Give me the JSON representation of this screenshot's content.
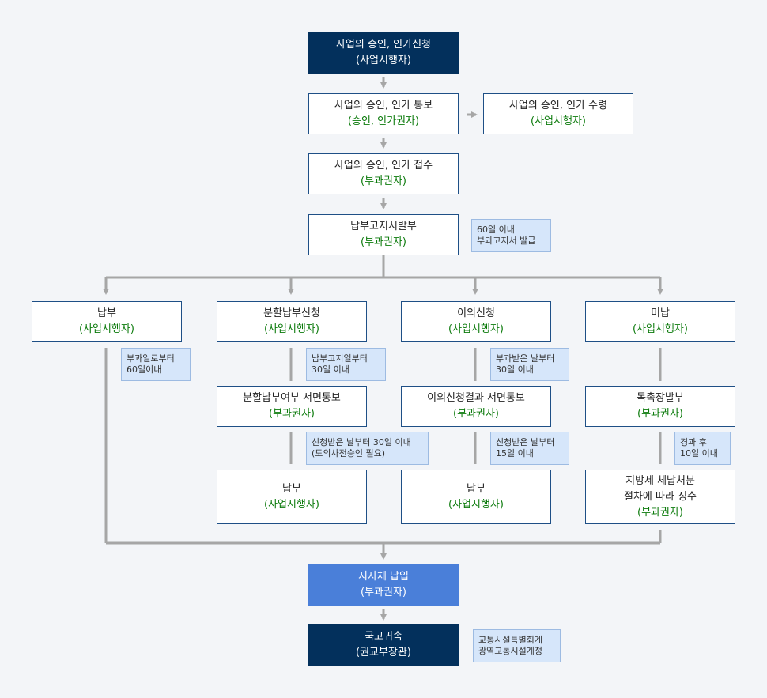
{
  "nodes": {
    "apply": {
      "title": "사업의 승인, 인가신청",
      "role": "(사업시행자)"
    },
    "notify": {
      "title": "사업의 승인, 인가 통보",
      "role": "(승인, 인가권자)"
    },
    "receive_ok": {
      "title": "사업의 승인, 인가 수령",
      "role": "(사업시행자)"
    },
    "accept": {
      "title": "사업의 승인, 인가 접수",
      "role": "(부과권자)"
    },
    "issue_notice": {
      "title": "납부고지서발부",
      "role": "(부과권자)"
    },
    "pay": {
      "title": "납부",
      "role": "(사업시행자)"
    },
    "install_req": {
      "title": "분할납부신청",
      "role": "(사업시행자)"
    },
    "objection": {
      "title": "이의신청",
      "role": "(사업시행자)"
    },
    "unpaid": {
      "title": "미납",
      "role": "(사업시행자)"
    },
    "install_result": {
      "title": "분할납부여부 서면통보",
      "role": "(부과권자)"
    },
    "objection_result": {
      "title": "이의신청결과 서면통보",
      "role": "(부과권자)"
    },
    "demand": {
      "title": "독촉장발부",
      "role": "(부과권자)"
    },
    "install_pay": {
      "title": "납부",
      "role": "(사업시행자)"
    },
    "objection_pay": {
      "title": "납부",
      "role": "(사업시행자)"
    },
    "collect": {
      "title1": "지방세 체납처분",
      "title2": "절차에 따라 징수",
      "role": "(부과권자)"
    },
    "local_gov": {
      "title": "지자체 납입",
      "role": "(부과권자)"
    },
    "national": {
      "title": "국고귀속",
      "role": "(권교부장관)"
    }
  },
  "notes": {
    "issue_deadline": {
      "line1": "60일 이내",
      "line2": "부과고지서 발급"
    },
    "pay_deadline": {
      "line1": "부과일로부터",
      "line2": "60일이내"
    },
    "install_deadline": {
      "line1": "납부고지일부터",
      "line2": "30일 이내"
    },
    "objection_deadline": {
      "line1": "부과받은 날부터",
      "line2": "30일 이내"
    },
    "install_result_deadline": {
      "line1": "신청받은 날부터 30일 이내",
      "line2": "(도의사전승인 필요)"
    },
    "objection_result_deadline": {
      "line1": "신청받은 날부터",
      "line2": "15일 이내"
    },
    "demand_deadline": {
      "line1": "경과 후",
      "line2": "10일 이내"
    },
    "account": {
      "line1": "교통시설특별회계",
      "line2": "광역교통시설계정"
    }
  },
  "colors": {
    "dark_box": "#03305c",
    "mid_box": "#4a7fd9",
    "border": "#1e4f86",
    "role_text": "#0b7a0b",
    "note_bg": "#d6e6fa",
    "connector": "#a6a6a6"
  }
}
